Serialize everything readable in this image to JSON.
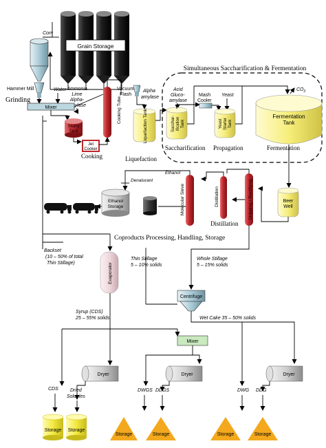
{
  "labels": {
    "corn": "Corn",
    "grain_storage": "Grain Storage",
    "hammer_mill": "Hammer Mill",
    "grinding": "Grinding",
    "water": "Water",
    "ammonia": "Ammonia",
    "lime": "Lime",
    "alpha_amylase_1": "Alpha-",
    "alpha_amylase_2": "amylase",
    "mixer": "Mixer",
    "slurry_1": "Slurry",
    "slurry_2": "Tank",
    "jet_cooker_1": "Jet",
    "jet_cooker_2": "Cooker",
    "cooking_tube": "Cooking Tube",
    "cooking": "Cooking",
    "vacuum_flash_1": "Vacuum",
    "vacuum_flash_2": "Flash",
    "alpha_amylase_b1": "Alpha",
    "alpha_amylase_b2": "amylase",
    "liquefaction_tank": "Liquefaction Tank",
    "liquefaction": "Liquefaction",
    "ssf_title": "Simultaneous Saccharification & Fermentation",
    "acid": "Acid",
    "glucoamylase_1": "Gluco-",
    "glucoamylase_2": "amylase",
    "mash_cooler_1": "Mash",
    "mash_cooler_2": "Cooler",
    "yeast": "Yeast",
    "co2": "CO",
    "co2_sub": "2",
    "sacch_tank_1": "Sacchar-",
    "sacch_tank_2": "ification",
    "sacch_tank_3": "Tank",
    "yeast_tank_1": "Yeast",
    "yeast_tank_2": "Starter",
    "yeast_tank_3": "Tank",
    "fermentation_tank_1": "Fermentation",
    "fermentation_tank_2": "Tank",
    "saccharification": "Saccharification",
    "propagation": "Propagation",
    "fermentation": "Fermentation",
    "ethanol": "Ethanol",
    "denaturant": "Denaturant",
    "ethanol_storage_1": "Ethanol",
    "ethanol_storage_2": "Storage",
    "molecular_sieve": "Molecular Sieve",
    "distillation_col": "Distillation",
    "stripping": "Stripping / Rectifying",
    "beer_well_1": "Beer",
    "beer_well_2": "Well",
    "distillation": "Distillation",
    "coproducts": "Coproducts Processing, Handling, Storage",
    "backset_1": "Backset",
    "backset_2": "(10 – 50% of total",
    "backset_3": "Thin Stillage)",
    "evaporator": "Evaporator",
    "thin_stillage_1": "Thin Stillage",
    "thin_stillage_2": "5 – 10% solids",
    "whole_stillage_1": "Whole Stillage",
    "whole_stillage_2": "5 – 15% solids",
    "centrifuge": "Centrifuge",
    "syrup_1": "Syrup (CDS)",
    "syrup_2": "25 – 55% solids",
    "wet_cake": "Wet Cake  35 – 50% solids",
    "mixer2": "Mixer",
    "dryer1": "Dryer",
    "dryer2": "Dryer",
    "dryer3": "Dryer",
    "cds": "CDS",
    "dried_solubles_1": "Dried",
    "dried_solubles_2": "Solubles",
    "dwgs": "DWGS",
    "ddgs": "DDGS",
    "dwg": "DWG",
    "ddg": "DDG",
    "storage": "Storage"
  },
  "colors": {
    "red_vessel": "#c0262b",
    "yellow_vessel": "#f6ee7a",
    "steel": "#aacbd6",
    "mixer_green": "#c9e9bf",
    "pink_evaporator": "#efd7dc",
    "silo_dark": "#2a2a2a",
    "storage_yellow": "#f3e93f",
    "pile_orange": "#f3a81d"
  }
}
